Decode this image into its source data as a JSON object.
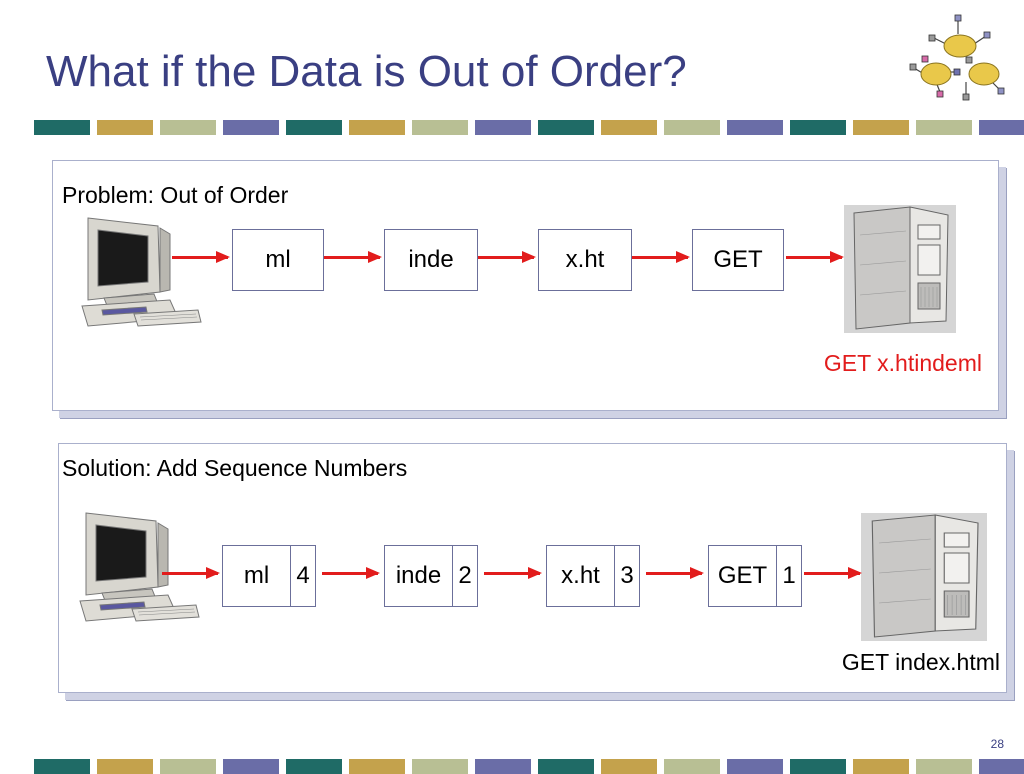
{
  "slide": {
    "title": "What if the Data is Out of Order?",
    "page_number": "28"
  },
  "colors": {
    "title": "#3a3f82",
    "stripe": [
      "#1f6b66",
      "#c4a24c",
      "#b8bf94",
      "#6a6da7"
    ],
    "arrow": "#e21c1c",
    "problem_result": "#e21c1c",
    "solution_result": "#000000"
  },
  "problem": {
    "label": "Problem: Out of Order",
    "packets": [
      {
        "text": "ml"
      },
      {
        "text": "inde"
      },
      {
        "text": "x.ht"
      },
      {
        "text": "GET"
      }
    ],
    "result": "GET x.htindeml"
  },
  "solution": {
    "label": "Solution: Add Sequence Numbers",
    "packets": [
      {
        "text": "ml",
        "seq": "4"
      },
      {
        "text": "inde",
        "seq": "2"
      },
      {
        "text": "x.ht",
        "seq": "3"
      },
      {
        "text": "GET",
        "seq": "1"
      }
    ],
    "result": "GET index.html"
  },
  "icons": {
    "client": "desktop-computer-icon",
    "server": "tower-server-icon",
    "logo": "network-cloud-logo-icon"
  }
}
